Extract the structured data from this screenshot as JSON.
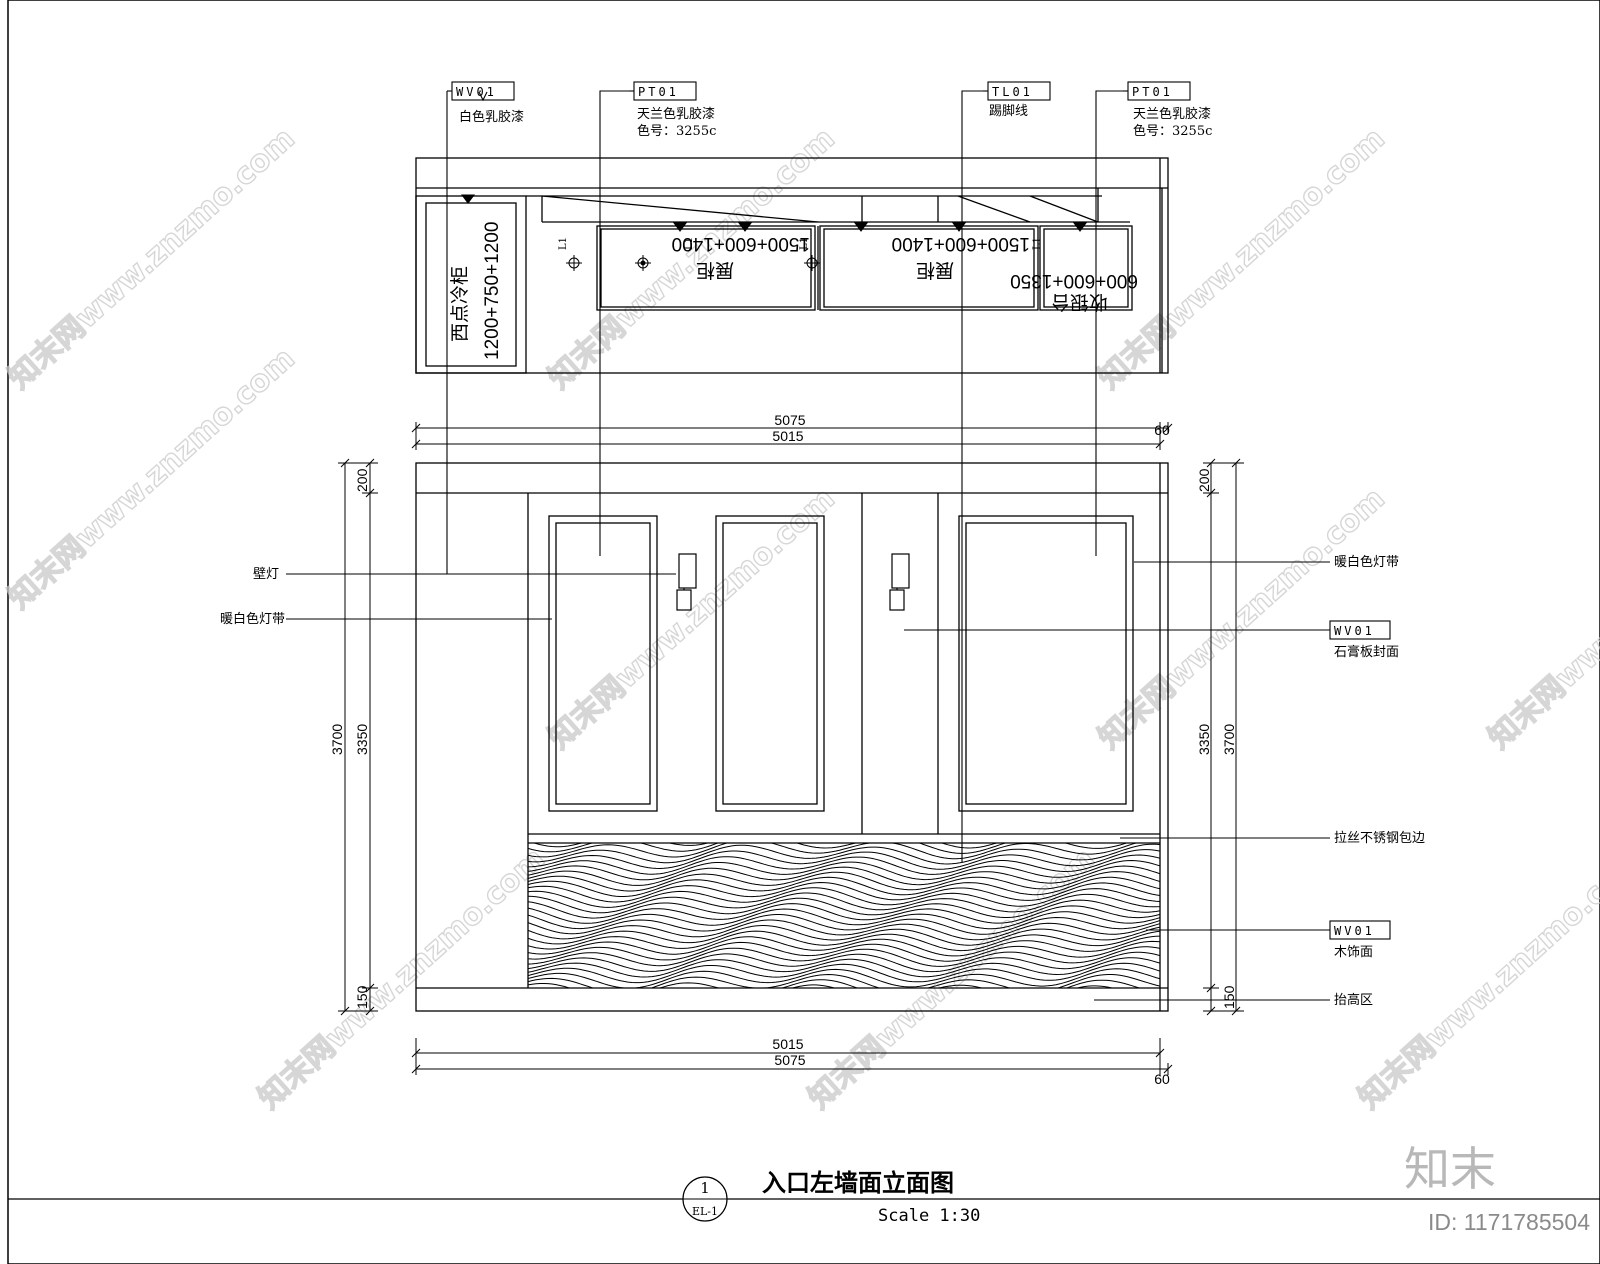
{
  "material_tags": [
    {
      "code": "WV01",
      "desc": "白色乳胶漆",
      "desc2": ""
    },
    {
      "code": "PT01",
      "desc": "天兰色乳胶漆",
      "desc2": "色号：3255c"
    },
    {
      "code": "TL01",
      "desc": "踢脚线",
      "desc2": ""
    },
    {
      "code": "PT01",
      "desc": "天兰色乳胶漆",
      "desc2": "色号：3255c"
    }
  ],
  "plan_labels": {
    "cabinet_name": "西点冷柜",
    "cabinet_dims": "1200+750+1200",
    "counter_a_name": "展柜",
    "counter_a_dims": "1500+600+1400",
    "counter_b_name": "展柜",
    "counter_b_dims": "1500+600+1400",
    "counter_c_name": "收银台",
    "counter_c_dims": "600+600+1350",
    "light_mark": "L1"
  },
  "dimensions": {
    "top_overall": "5075",
    "top_inner": "5015",
    "top_offset": "60",
    "bottom_inner": "5015",
    "bottom_overall": "5075",
    "bottom_offset": "60",
    "left_top": "200",
    "left_mid": "3350",
    "left_total": "3700",
    "left_bottom": "150",
    "right_top": "200",
    "right_mid": "3350",
    "right_total": "3700",
    "right_bottom": "150"
  },
  "left_callouts": [
    "壁灯",
    "暖白色灯带"
  ],
  "right_callouts": [
    {
      "text": "暖白色灯带",
      "code": ""
    },
    {
      "text": "石膏板封面",
      "code": "WV01"
    },
    {
      "text": "拉丝不锈钢包边",
      "code": ""
    },
    {
      "text": "木饰面",
      "code": "WV01"
    },
    {
      "text": "抬高区",
      "code": ""
    }
  ],
  "title_block": {
    "number": "1",
    "sheet": "EL-1",
    "title": "入口左墙面立面图",
    "scale": "Scale 1:30"
  },
  "watermark": {
    "text": "知末网www.znzmo.com",
    "brand": "知末",
    "id": "ID: 1171785504"
  }
}
